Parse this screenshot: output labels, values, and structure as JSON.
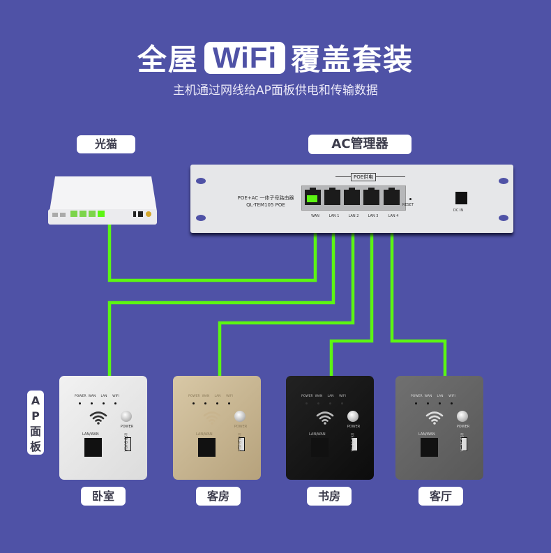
{
  "header": {
    "title_left": "全屋",
    "title_badge": "WiFi",
    "title_right": "覆盖套装",
    "subtitle": "主机通过网线给AP面板供电和传输数据"
  },
  "labels": {
    "modem": "光猫",
    "ac_manager": "AC管理器",
    "ap_panel": [
      "A",
      "P",
      "面",
      "板"
    ]
  },
  "router": {
    "model_line1": "POE+AC 一体子母路由器",
    "model_line2": "QL-TEM105 POE",
    "poe_label": "POE供电",
    "ports": [
      "WAN",
      "LAN 1",
      "LAN 2",
      "LAN 3",
      "LAN 4"
    ],
    "reset_label": "RESET",
    "dc_label": "DC IN"
  },
  "panels": [
    {
      "room": "卧室",
      "color": "white"
    },
    {
      "room": "客房",
      "color": "champagne-gold"
    },
    {
      "room": "书房",
      "color": "black"
    },
    {
      "room": "客厅",
      "color": "gray"
    }
  ],
  "panel_text": {
    "leds": [
      "POWER",
      "WAN",
      "LAN",
      "WIFI"
    ],
    "power": "POWER",
    "lan_wan": "LAN/WAN",
    "usb": "USB 5V/1A"
  },
  "colors": {
    "background": "#4f52a6",
    "cable": "#5cf513",
    "label_bg": "#ffffff"
  }
}
